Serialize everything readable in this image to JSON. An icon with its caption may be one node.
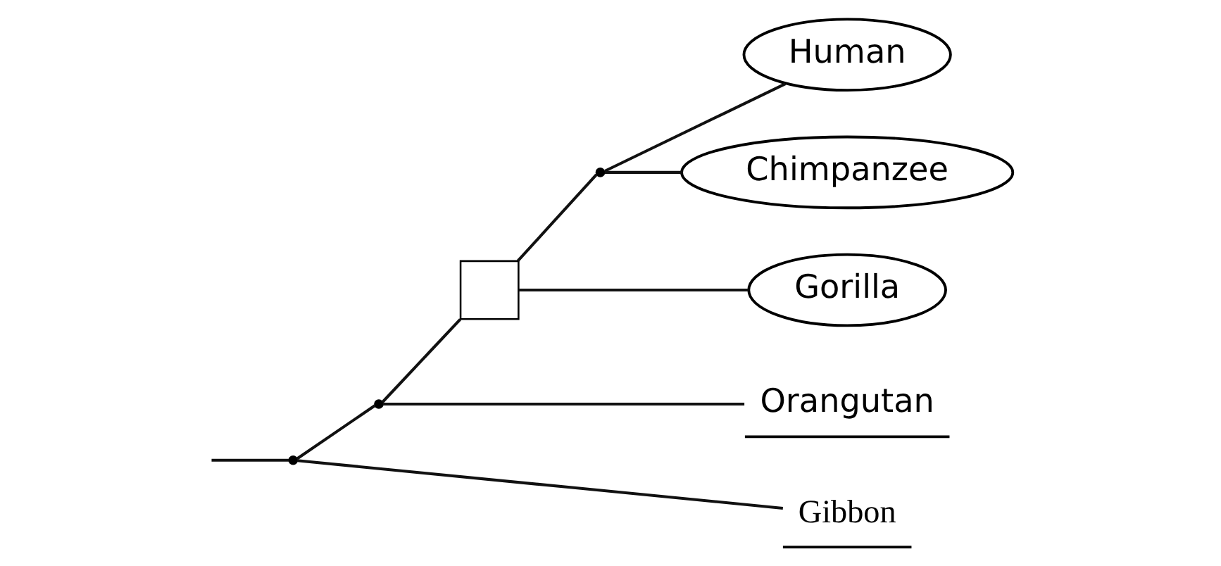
{
  "diagram": {
    "nodes": [
      {
        "text": [
          "Human"
        ]
      },
      {
        "text": [
          "Chimpanzee"
        ]
      },
      {
        "text": [
          "Gorilla"
        ]
      },
      {
        "text": [
          "Orangutan"
        ]
      },
      {
        "text": [
          "Gibbon"
        ]
      },
      {
        "text": [],
        "shape": "point"
      },
      {
        "text": [],
        "shape": "point"
      },
      {
        "text": [],
        "shape": "box"
      },
      {
        "text": [],
        "shape": "point"
      }
    ],
    "edges": [
      {
        "from": null,
        "to": 5,
        "arrow": "none"
      },
      {
        "from": 5,
        "to": 4,
        "arrow": "none"
      },
      {
        "from": 5,
        "to": 6,
        "arrow": "none"
      },
      {
        "from": 6,
        "to": 3,
        "arrow": "none"
      },
      {
        "from": 6,
        "to": 7,
        "arrow": "none"
      },
      {
        "from": 7,
        "to": 2,
        "arrow": "none"
      },
      {
        "from": 7,
        "to": 8,
        "arrow": "none"
      },
      {
        "from": 8,
        "to": 1,
        "arrow": "none"
      },
      {
        "from": 8,
        "to": 0,
        "arrow": "none"
      }
    ]
  }
}
